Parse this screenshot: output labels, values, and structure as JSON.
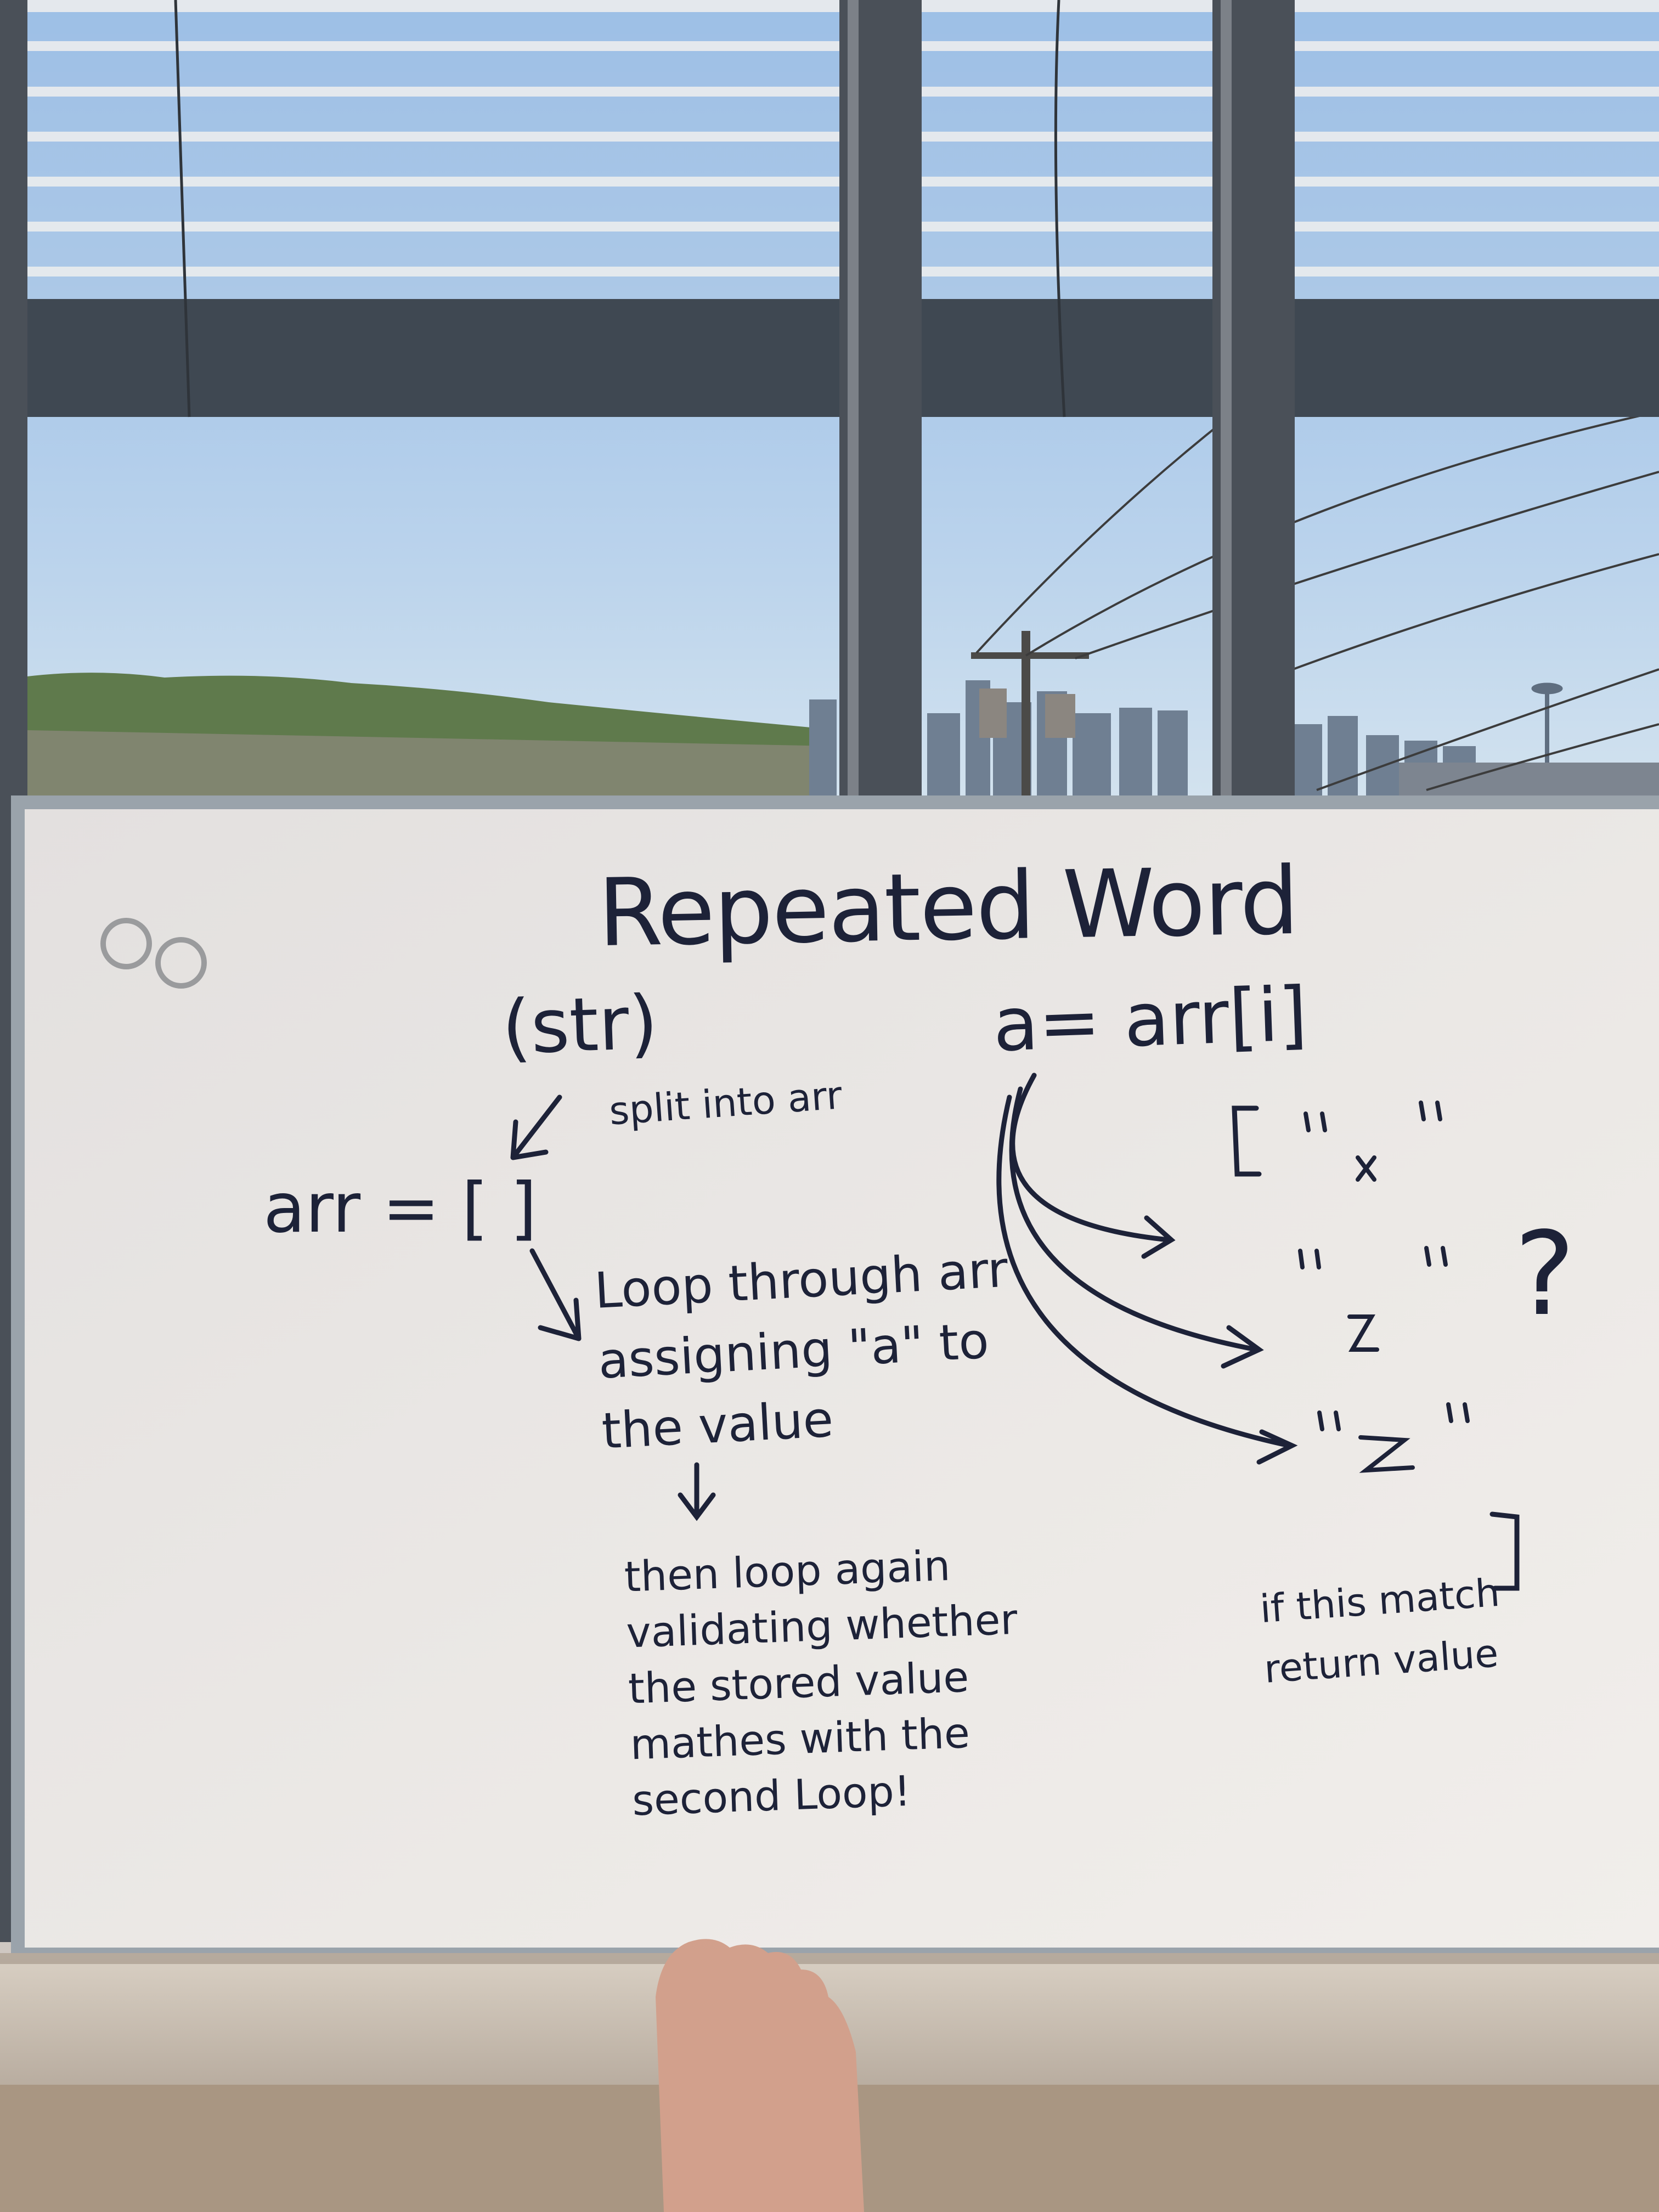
{
  "whiteboard": {
    "title": "Repeated Word",
    "input": "(str)",
    "split_note": "split into arr",
    "arr_decl": "arr = [   ]",
    "loop_step": "Loop through arr assigning \"a\" to the value",
    "second_loop_step": "then loop again validating whether the stored value mathes with the second Loop!",
    "assignment": "a= arr[i]",
    "match_note": "if this match return value",
    "question_mark": "?"
  },
  "colors": {
    "marker": "#1d2238",
    "sky_top": "#8fb7e6",
    "sky_horizon": "#d5e4ef",
    "board": "#e9e6e3",
    "frame": "#4a5058"
  }
}
